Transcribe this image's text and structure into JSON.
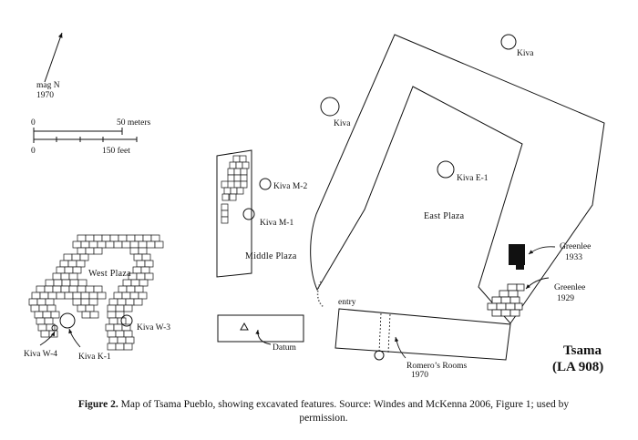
{
  "north": {
    "label": "mag N",
    "year": "1970"
  },
  "scale": {
    "meters_zero": "0",
    "meters_label": "50 meters",
    "feet_zero": "0",
    "feet_label": "150 feet"
  },
  "labels": {
    "west_plaza": "West Plaza",
    "middle_plaza": "Middle Plaza",
    "east_plaza": "East Plaza",
    "kiva_m2": "Kiva M-2",
    "kiva_m1": "Kiva M-1",
    "kiva_e1": "Kiva E-1",
    "kiva_nw": "Kiva",
    "kiva_ne": "Kiva",
    "kiva_w3": "Kiva W-3",
    "kiva_w4": "Kiva W-4",
    "kiva_k1": "Kiva K-1",
    "datum": "Datum",
    "entry": "entry",
    "greenlee_1933_name": "Greenlee",
    "greenlee_1933_year": "1933",
    "greenlee_1929_name": "Greenlee",
    "greenlee_1929_year": "1929",
    "romero_line1": "Romero’s Rooms",
    "romero_line2": "1970"
  },
  "site_title": {
    "line1": "Tsama",
    "line2": "(LA 908)"
  },
  "caption": {
    "bold": "Figure 2.",
    "text": " Map of Tsama Pueblo, showing excavated features. Source: Windes and McKenna 2006, Figure 1; used by permission."
  }
}
